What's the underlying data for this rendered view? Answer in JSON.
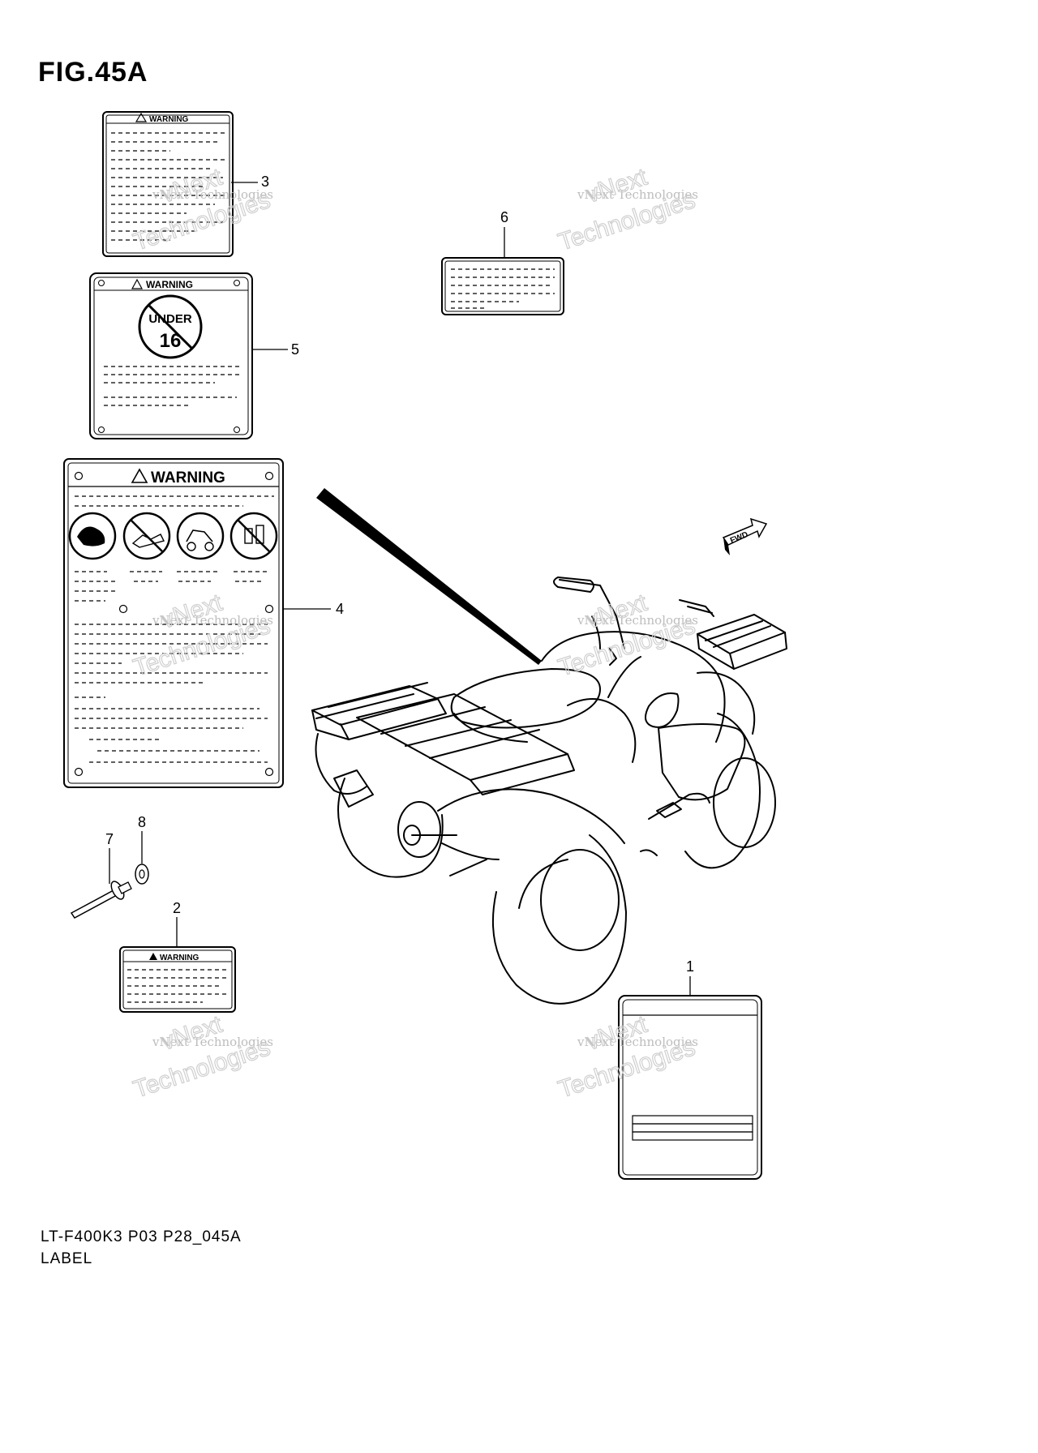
{
  "figure": {
    "title": "FIG.45A",
    "code": "LT-F400K3 P03 P28_045A",
    "name": "LABEL"
  },
  "callouts": [
    "1",
    "2",
    "3",
    "4",
    "5",
    "6",
    "7",
    "8"
  ],
  "labels": {
    "warning_text": "WARNING",
    "under_text": "UNDER",
    "age_text": "16",
    "fwd_text": "FWD"
  },
  "watermark": {
    "line1": "vNext Technologies",
    "line2": "vNext",
    "line3": "Technologies"
  }
}
